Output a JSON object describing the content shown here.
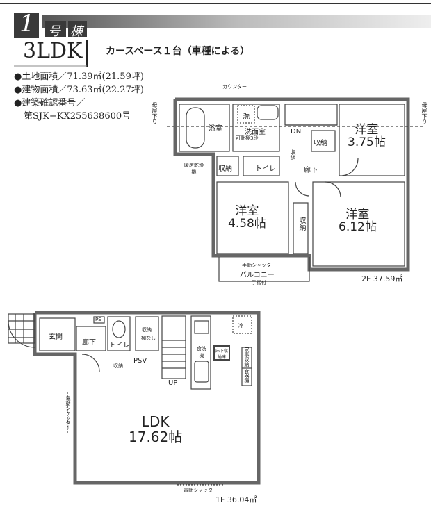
{
  "header": {
    "building_number": "1",
    "gou": "号",
    "tou": "棟",
    "layout_type": "3LDK",
    "parking": "カースペース１台（車種による）"
  },
  "specs": [
    "●土地面積／71.39㎡(21.59坪)",
    "●建物面積／73.63㎡(22.27坪)",
    "●建築確認番号／",
    "第SJK−KX255638600号"
  ],
  "floor2": {
    "area": "2F 37.59㎡",
    "counter": "カウンター",
    "bath": "浴室",
    "wash_room": "洗面室",
    "washer": "洗",
    "shelf": "可動棚3段",
    "heater": "暖房乾燥機",
    "dn": "DN",
    "storage": "収納",
    "toilet": "トイレ",
    "hall": "廊下",
    "room1": {
      "name": "洋室",
      "size": "3.75帖"
    },
    "room2": {
      "name": "洋室",
      "size": "4.58帖"
    },
    "room3": {
      "name": "洋室",
      "size": "6.12帖"
    },
    "shutter": "手動シャッター",
    "balcony": "バルコニー",
    "handrail": "手摺付",
    "eave_left": "母屋下り",
    "eave_right": "母屋下り"
  },
  "floor1": {
    "area": "1F 36.04㎡",
    "entrance": "玄関",
    "hall": "廊下",
    "ps": "PS",
    "toilet": "トイレ",
    "storage": "収納",
    "no_shelf": "棚なし",
    "storage2": "収納",
    "psv": "PSV",
    "up": "UP",
    "dishwasher": "食洗機",
    "fridge": "冷",
    "underfloor": "床下収納庫",
    "housework_storage": "家事収納",
    "cupboard": "食器棚",
    "ldk": {
      "name": "LDK",
      "size": "17.62帖"
    },
    "shutter_left": "電動シャッター",
    "shutter_bottom": "電動シャッター"
  }
}
